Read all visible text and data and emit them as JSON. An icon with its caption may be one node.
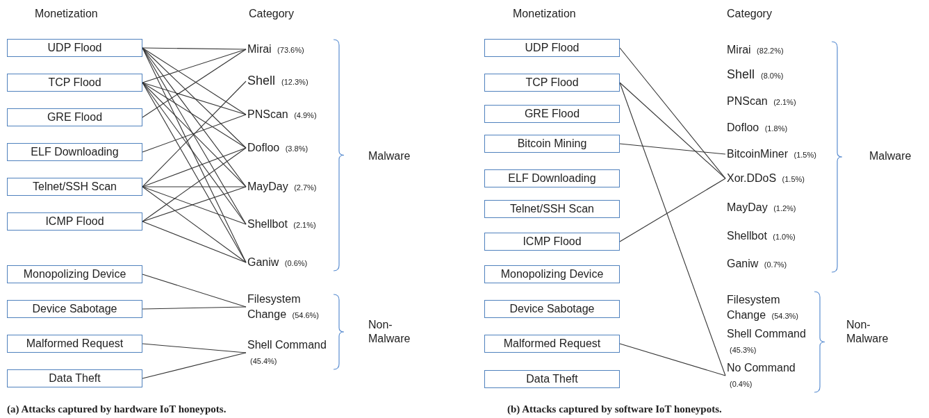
{
  "diagram": {
    "nodes": [
      {
        "text": [
          "UDP Flood"
        ]
      },
      {
        "text": [
          "TCP Flood"
        ]
      },
      {
        "text": [
          "GRE Flood"
        ]
      },
      {
        "text": [
          "ELF Downloading"
        ]
      },
      {
        "text": [
          "Telnet/SSH Scan"
        ]
      },
      {
        "text": [
          "ICMP Flood"
        ]
      },
      {
        "text": [
          "Monopolizing Device"
        ]
      },
      {
        "text": [
          "Device Sabotage"
        ]
      },
      {
        "text": [
          "Malformed Request"
        ]
      },
      {
        "text": [
          "Data Theft"
        ]
      },
      {
        "text": [
          "Mirai",
          "(73.6%)"
        ]
      },
      {
        "text": [
          "Shell",
          "(12.3%)"
        ]
      },
      {
        "text": [
          "PNScan",
          "(4.9%)"
        ]
      },
      {
        "text": [
          "Dofloo",
          "(3.8%)"
        ]
      },
      {
        "text": [
          "MayDay",
          "(2.7%)"
        ]
      },
      {
        "text": [
          "Shellbot",
          "(2.1%)"
        ]
      },
      {
        "text": [
          "Ganiw",
          "(0.6%)"
        ]
      },
      {
        "text": [
          "Filesystem Change",
          "(54.6%)"
        ]
      },
      {
        "text": [
          "Shell Command",
          "(45.4%)"
        ]
      },
      {
        "text": [
          "UDP Flood"
        ]
      },
      {
        "text": [
          "TCP Flood"
        ]
      },
      {
        "text": [
          "GRE Flood"
        ]
      },
      {
        "text": [
          "Bitcoin Mining"
        ]
      },
      {
        "text": [
          "ELF Downloading"
        ]
      },
      {
        "text": [
          "Telnet/SSH Scan"
        ]
      },
      {
        "text": [
          "ICMP Flood"
        ]
      },
      {
        "text": [
          "Monopolizing Device"
        ]
      },
      {
        "text": [
          "Device Sabotage"
        ]
      },
      {
        "text": [
          "Malformed Request"
        ]
      },
      {
        "text": [
          "Data Theft"
        ]
      },
      {
        "text": [
          "Mirai",
          "(82.2%)"
        ]
      },
      {
        "text": [
          "Shell",
          "(8.0%)"
        ]
      },
      {
        "text": [
          "PNScan",
          "(2.1%)"
        ]
      },
      {
        "text": [
          "Dofloo",
          "(1.8%)"
        ]
      },
      {
        "text": [
          "BitcoinMiner",
          "(1.5%)"
        ]
      },
      {
        "text": [
          "Xor.DDoS",
          "(1.5%)"
        ]
      },
      {
        "text": [
          "MayDay",
          "(1.2%)"
        ]
      },
      {
        "text": [
          "Shellbot",
          "(1.0%)"
        ]
      },
      {
        "text": [
          "Ganiw",
          "(0.7%)"
        ]
      },
      {
        "text": [
          "Filesystem Change",
          "(54.3%)"
        ]
      },
      {
        "text": [
          "Shell Command",
          "(45.3%)"
        ]
      },
      {
        "text": [
          "No Command",
          "(0.4%)"
        ]
      }
    ],
    "edges": [
      {
        "from": 0,
        "to": 10,
        "arrow": "none"
      },
      {
        "from": 0,
        "to": 12,
        "arrow": "none"
      },
      {
        "from": 0,
        "to": 13,
        "arrow": "none"
      },
      {
        "from": 0,
        "to": 14,
        "arrow": "none"
      },
      {
        "from": 0,
        "to": 15,
        "arrow": "none"
      },
      {
        "from": 0,
        "to": 16,
        "arrow": "none"
      },
      {
        "from": 1,
        "to": 10,
        "arrow": "none"
      },
      {
        "from": 1,
        "to": 12,
        "arrow": "none"
      },
      {
        "from": 1,
        "to": 13,
        "arrow": "none"
      },
      {
        "from": 1,
        "to": 14,
        "arrow": "none"
      },
      {
        "from": 1,
        "to": 15,
        "arrow": "none"
      },
      {
        "from": 1,
        "to": 16,
        "arrow": "none"
      },
      {
        "from": 2,
        "to": 10,
        "arrow": "none"
      },
      {
        "from": 3,
        "to": 12,
        "arrow": "none"
      },
      {
        "from": 4,
        "to": 11,
        "arrow": "none"
      },
      {
        "from": 4,
        "to": 13,
        "arrow": "none"
      },
      {
        "from": 4,
        "to": 14,
        "arrow": "none"
      },
      {
        "from": 4,
        "to": 15,
        "arrow": "none"
      },
      {
        "from": 4,
        "to": 16,
        "arrow": "none"
      },
      {
        "from": 5,
        "to": 13,
        "arrow": "none"
      },
      {
        "from": 5,
        "to": 14,
        "arrow": "none"
      },
      {
        "from": 5,
        "to": 16,
        "arrow": "none"
      },
      {
        "from": 6,
        "to": 17,
        "arrow": "none"
      },
      {
        "from": 7,
        "to": 17,
        "arrow": "none"
      },
      {
        "from": 8,
        "to": 18,
        "arrow": "none"
      },
      {
        "from": 9,
        "to": 18,
        "arrow": "none"
      },
      {
        "from": 19,
        "to": 35,
        "arrow": "none"
      },
      {
        "from": 20,
        "to": 35,
        "arrow": "none"
      },
      {
        "from": 20,
        "to": 41,
        "arrow": "none"
      },
      {
        "from": 22,
        "to": 34,
        "arrow": "none"
      },
      {
        "from": 25,
        "to": 35,
        "arrow": "none"
      },
      {
        "from": 28,
        "to": 41,
        "arrow": "none"
      }
    ],
    "labels": [
      "Monetization",
      "Category",
      "Malware",
      "Non-Malware",
      "(a) Attacks captured by hardware IoT honeypots.",
      "Monetization",
      "Category",
      "Malware",
      "Non-Malware",
      "(b) Attacks captured by software IoT honeypots."
    ]
  }
}
